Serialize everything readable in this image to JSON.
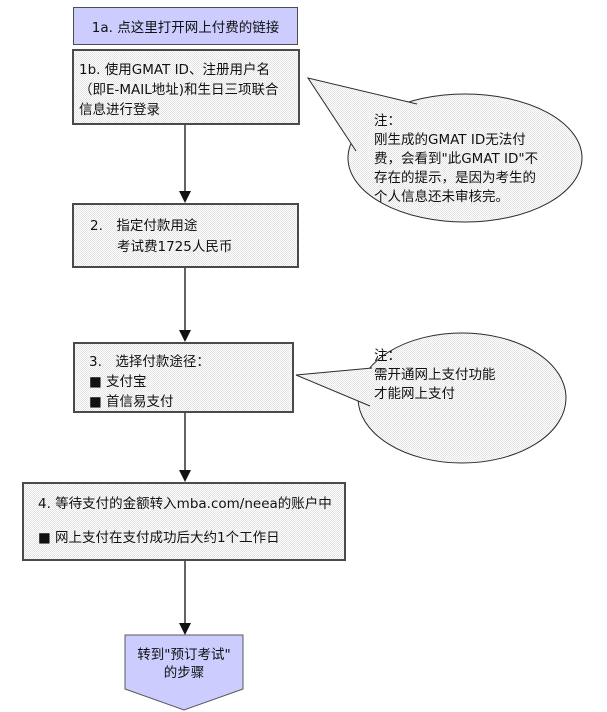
{
  "colors": {
    "accent_lavender": "#ccccff",
    "box_border": "#4a4a4a",
    "bubble_border": "#2b2b2b",
    "arrow": "#111111",
    "text": "#111111"
  },
  "steps": {
    "s1a": {
      "text": "1a. 点这里打开网上付费的链接"
    },
    "s1b": {
      "text": "1b. 使用GMAT ID、注册用户名\n（即E-MAIL地址)和生日三项联合\n信息进行登录"
    },
    "s2": {
      "text": "2.　指定付款用途\n　　考试费1725人民币"
    },
    "s3": {
      "text": "3.　选择付款途径：\n■ 支付宝\n■ 首信易支付"
    },
    "s4": {
      "text": "4. 等待支付的金额转入mba.com/neea的账户中\n\n■ 网上支付在支付成功后大约1个工作日"
    }
  },
  "notes": {
    "note1": {
      "text": "注：\n刚生成的GMAT ID无法付\n费，会看到\"此GMAT ID\"不\n存在的提示，是因为考生的\n个人信息还未审核完。"
    },
    "note2": {
      "text": "注：\n需开通网上支付功能\n才能网上支付"
    }
  },
  "terminal": {
    "text": "转到\"预订考试\"\n的步骤"
  }
}
